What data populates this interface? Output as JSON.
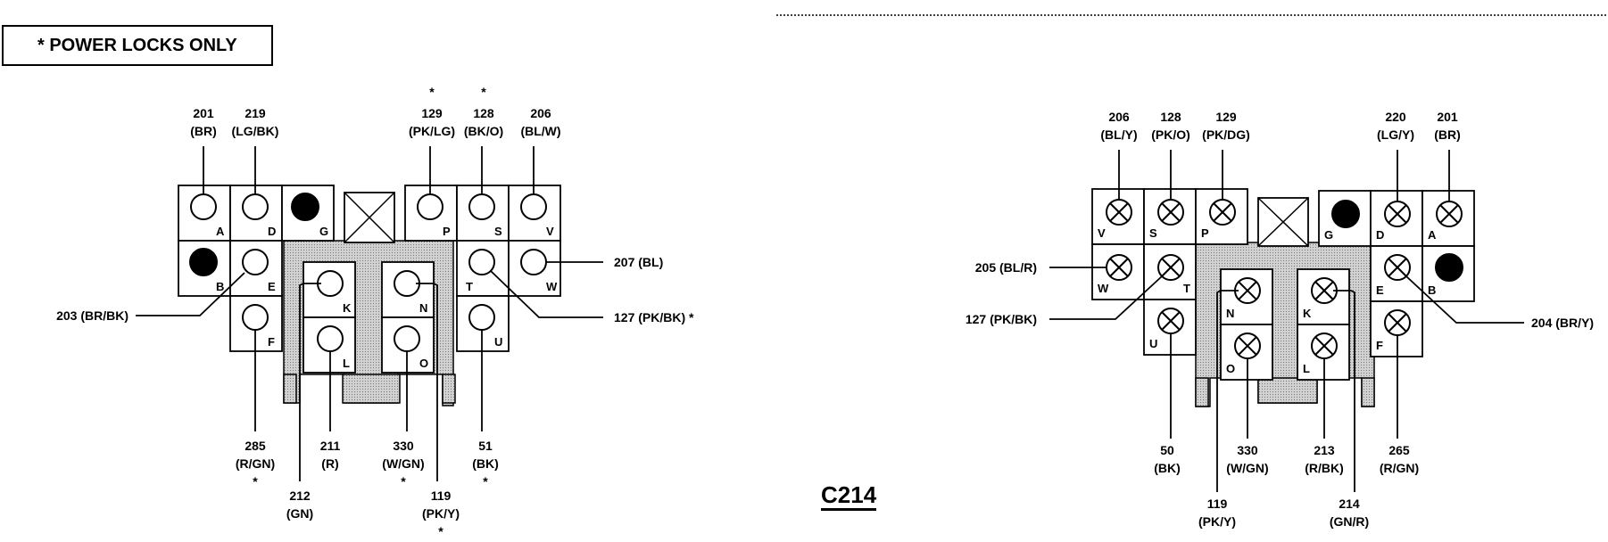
{
  "note": "* POWER LOCKS ONLY",
  "title": "C214",
  "left_connector": {
    "labels": {
      "A": "A",
      "D": "D",
      "G": "G",
      "P": "P",
      "S": "S",
      "V": "V",
      "B": "B",
      "E": "E",
      "T": "T",
      "W": "W",
      "K": "K",
      "N": "N",
      "F": "F",
      "L": "L",
      "O": "O",
      "U": "U"
    },
    "wires": [
      {
        "id": "201",
        "num": "201",
        "color": "(BR)",
        "star": ""
      },
      {
        "id": "219",
        "num": "219",
        "color": "(LG/BK)",
        "star": ""
      },
      {
        "id": "129",
        "num": "129",
        "color": "(PK/LG)",
        "star": "*"
      },
      {
        "id": "128",
        "num": "128",
        "color": "(BK/O)",
        "star": "*"
      },
      {
        "id": "206",
        "num": "206",
        "color": "(BL/W)",
        "star": ""
      },
      {
        "id": "207",
        "text": "207 (BL)"
      },
      {
        "id": "203",
        "text": "203 (BR/BK)"
      },
      {
        "id": "127",
        "text": "127 (PK/BK) *"
      },
      {
        "id": "285",
        "num": "285",
        "color": "(R/GN)",
        "star": "*"
      },
      {
        "id": "211",
        "num": "211",
        "color": "(R)",
        "star": ""
      },
      {
        "id": "330",
        "num": "330",
        "color": "(W/GN)",
        "star": "*"
      },
      {
        "id": "51",
        "num": "51",
        "color": "(BK)",
        "star": "*"
      },
      {
        "id": "212",
        "num": "212",
        "color": "(GN)",
        "star": ""
      },
      {
        "id": "119",
        "num": "119",
        "color": "(PK/Y)",
        "star": "*"
      }
    ]
  },
  "right_connector": {
    "labels": {
      "V": "V",
      "S": "S",
      "P": "P",
      "G": "G",
      "D": "D",
      "A": "A",
      "W": "W",
      "T": "T",
      "E": "E",
      "B": "B",
      "N": "N",
      "K": "K",
      "U": "U",
      "O": "O",
      "L": "L",
      "F": "F"
    },
    "wires": [
      {
        "id": "206",
        "num": "206",
        "color": "(BL/Y)"
      },
      {
        "id": "128",
        "num": "128",
        "color": "(PK/O)"
      },
      {
        "id": "129",
        "num": "129",
        "color": "(PK/DG)"
      },
      {
        "id": "220",
        "num": "220",
        "color": "(LG/Y)"
      },
      {
        "id": "201",
        "num": "201",
        "color": "(BR)"
      },
      {
        "id": "205",
        "text": "205 (BL/R)"
      },
      {
        "id": "127",
        "text": "127 (PK/BK)"
      },
      {
        "id": "204",
        "text": "204 (BR/Y)"
      },
      {
        "id": "50",
        "num": "50",
        "color": "(BK)"
      },
      {
        "id": "330",
        "num": "330",
        "color": "(W/GN)"
      },
      {
        "id": "213",
        "num": "213",
        "color": "(R/BK)"
      },
      {
        "id": "265",
        "num": "265",
        "color": "(R/GN)"
      },
      {
        "id": "119",
        "num": "119",
        "color": "(PK/Y)"
      },
      {
        "id": "214",
        "num": "214",
        "color": "(GN/R)"
      }
    ]
  }
}
